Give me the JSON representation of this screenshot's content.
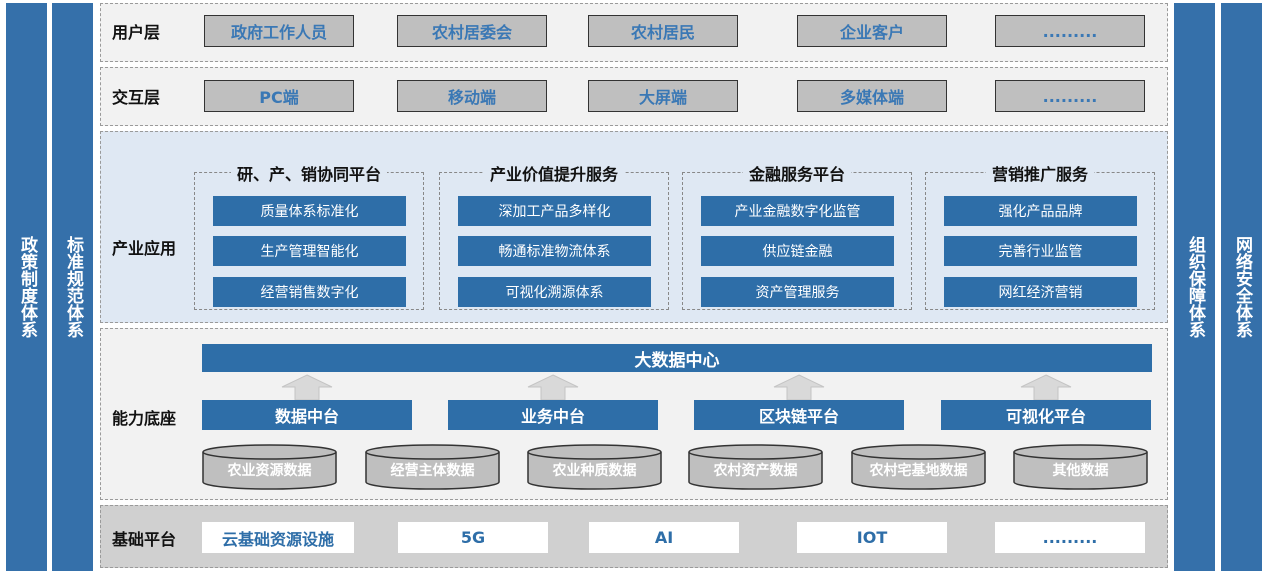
{
  "side_left": [
    "政策制度体系",
    "标准规范体系"
  ],
  "side_right": [
    "组织保障体系",
    "网络安全体系"
  ],
  "user_layer": {
    "label": "用户层",
    "items": [
      "政府工作人员",
      "农村居委会",
      "农村居民",
      "企业客户",
      "........."
    ]
  },
  "interaction_layer": {
    "label": "交互层",
    "items": [
      "PC端",
      "移动端",
      "大屏端",
      "多媒体端",
      "........."
    ]
  },
  "industry_layer": {
    "label": "产业应用",
    "groups": [
      {
        "title": "研、产、销协同平台",
        "items": [
          "质量体系标准化",
          "生产管理智能化",
          "经营销售数字化"
        ]
      },
      {
        "title": "产业价值提升服务",
        "items": [
          "深加工产品多样化",
          "畅通标准物流体系",
          "可视化溯源体系"
        ]
      },
      {
        "title": "金融服务平台",
        "items": [
          "产业金融数字化监管",
          "供应链金融",
          "资产管理服务"
        ]
      },
      {
        "title": "营销推广服务",
        "items": [
          "强化产品品牌",
          "完善行业监管",
          "网红经济营销"
        ]
      }
    ]
  },
  "capability_layer": {
    "label": "能力底座",
    "center": "大数据中心",
    "platforms": [
      "数据中台",
      "业务中台",
      "区块链平台",
      "可视化平台"
    ],
    "data": [
      "农业资源数据",
      "经营主体数据",
      "农业种质数据",
      "农村资产数据",
      "农村宅基地数据",
      "其他数据"
    ]
  },
  "base_layer": {
    "label": "基础平台",
    "items": [
      "云基础资源设施",
      "5G",
      "AI",
      "IOT",
      "........."
    ]
  },
  "colors": {
    "primary": "#2e6ea8",
    "side": "#3570aa",
    "gray_box": "#bfbfbf",
    "light_blue": "#dfe8f3"
  }
}
